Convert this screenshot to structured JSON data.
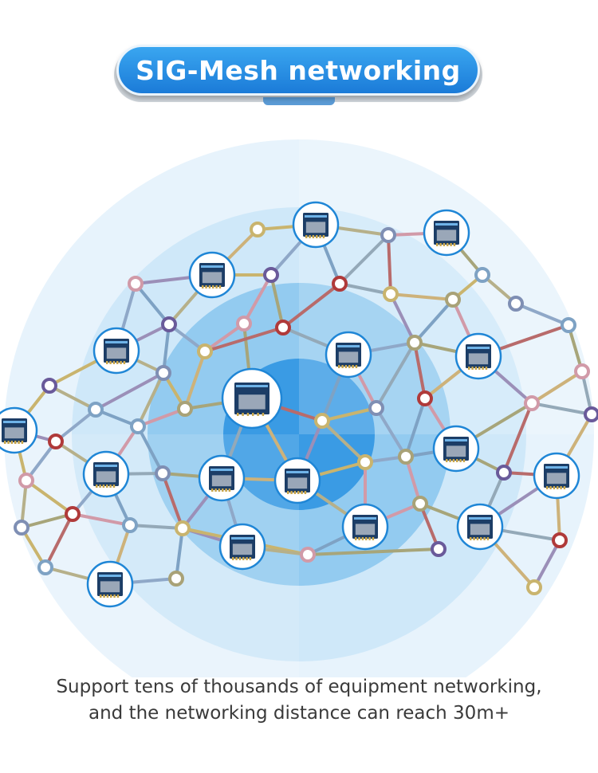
{
  "title": "SIG-Mesh networking",
  "caption": {
    "line1": "Support tens of thousands of equipment networking,",
    "line2": "and the networking distance can reach 30m+"
  },
  "colors": {
    "accent": "#1b7bd8",
    "ring_outer": "#e4f2fc",
    "ring_mid": "#b3daf5",
    "ring_inner": "#6cbcec",
    "core": "#2a8ee0"
  }
}
